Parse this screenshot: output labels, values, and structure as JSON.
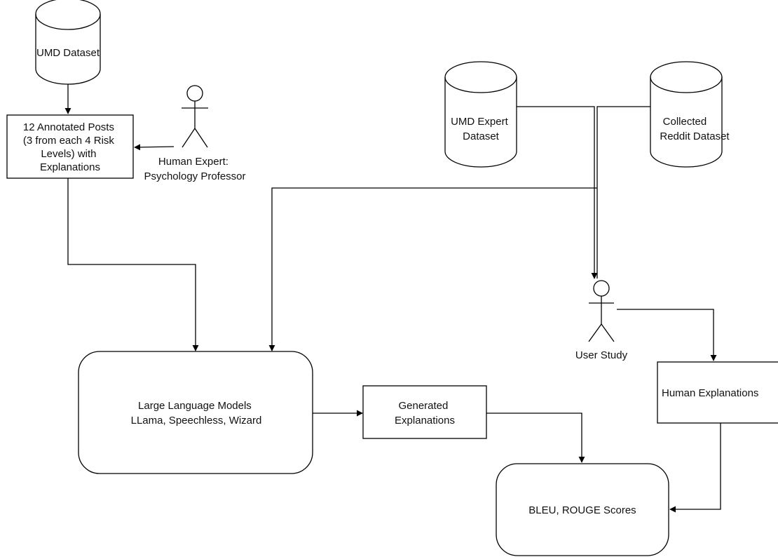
{
  "diagram": {
    "nodes": {
      "umd_dataset": {
        "label": "UMD Dataset"
      },
      "annotated_posts": {
        "lines": [
          "12 Annotated Posts",
          "(3 from each 4 Risk",
          "Levels) with",
          "Explanations"
        ]
      },
      "human_expert": {
        "lines": [
          "Human Expert:",
          "Psychology Professor"
        ]
      },
      "umd_expert_dataset": {
        "lines": [
          "UMD Expert",
          "Dataset"
        ]
      },
      "reddit_dataset": {
        "lines": [
          "Collected",
          "Reddit Dataset"
        ]
      },
      "user_study": {
        "label": "User Study"
      },
      "llm": {
        "lines": [
          "Large Language Models",
          "LLama, Speechless, Wizard"
        ]
      },
      "generated_explanations": {
        "lines": [
          "Generated",
          "Explanations"
        ]
      },
      "human_explanations": {
        "label": "Human Explanations"
      },
      "scores": {
        "label": "BLEU, ROUGE Scores"
      }
    }
  }
}
